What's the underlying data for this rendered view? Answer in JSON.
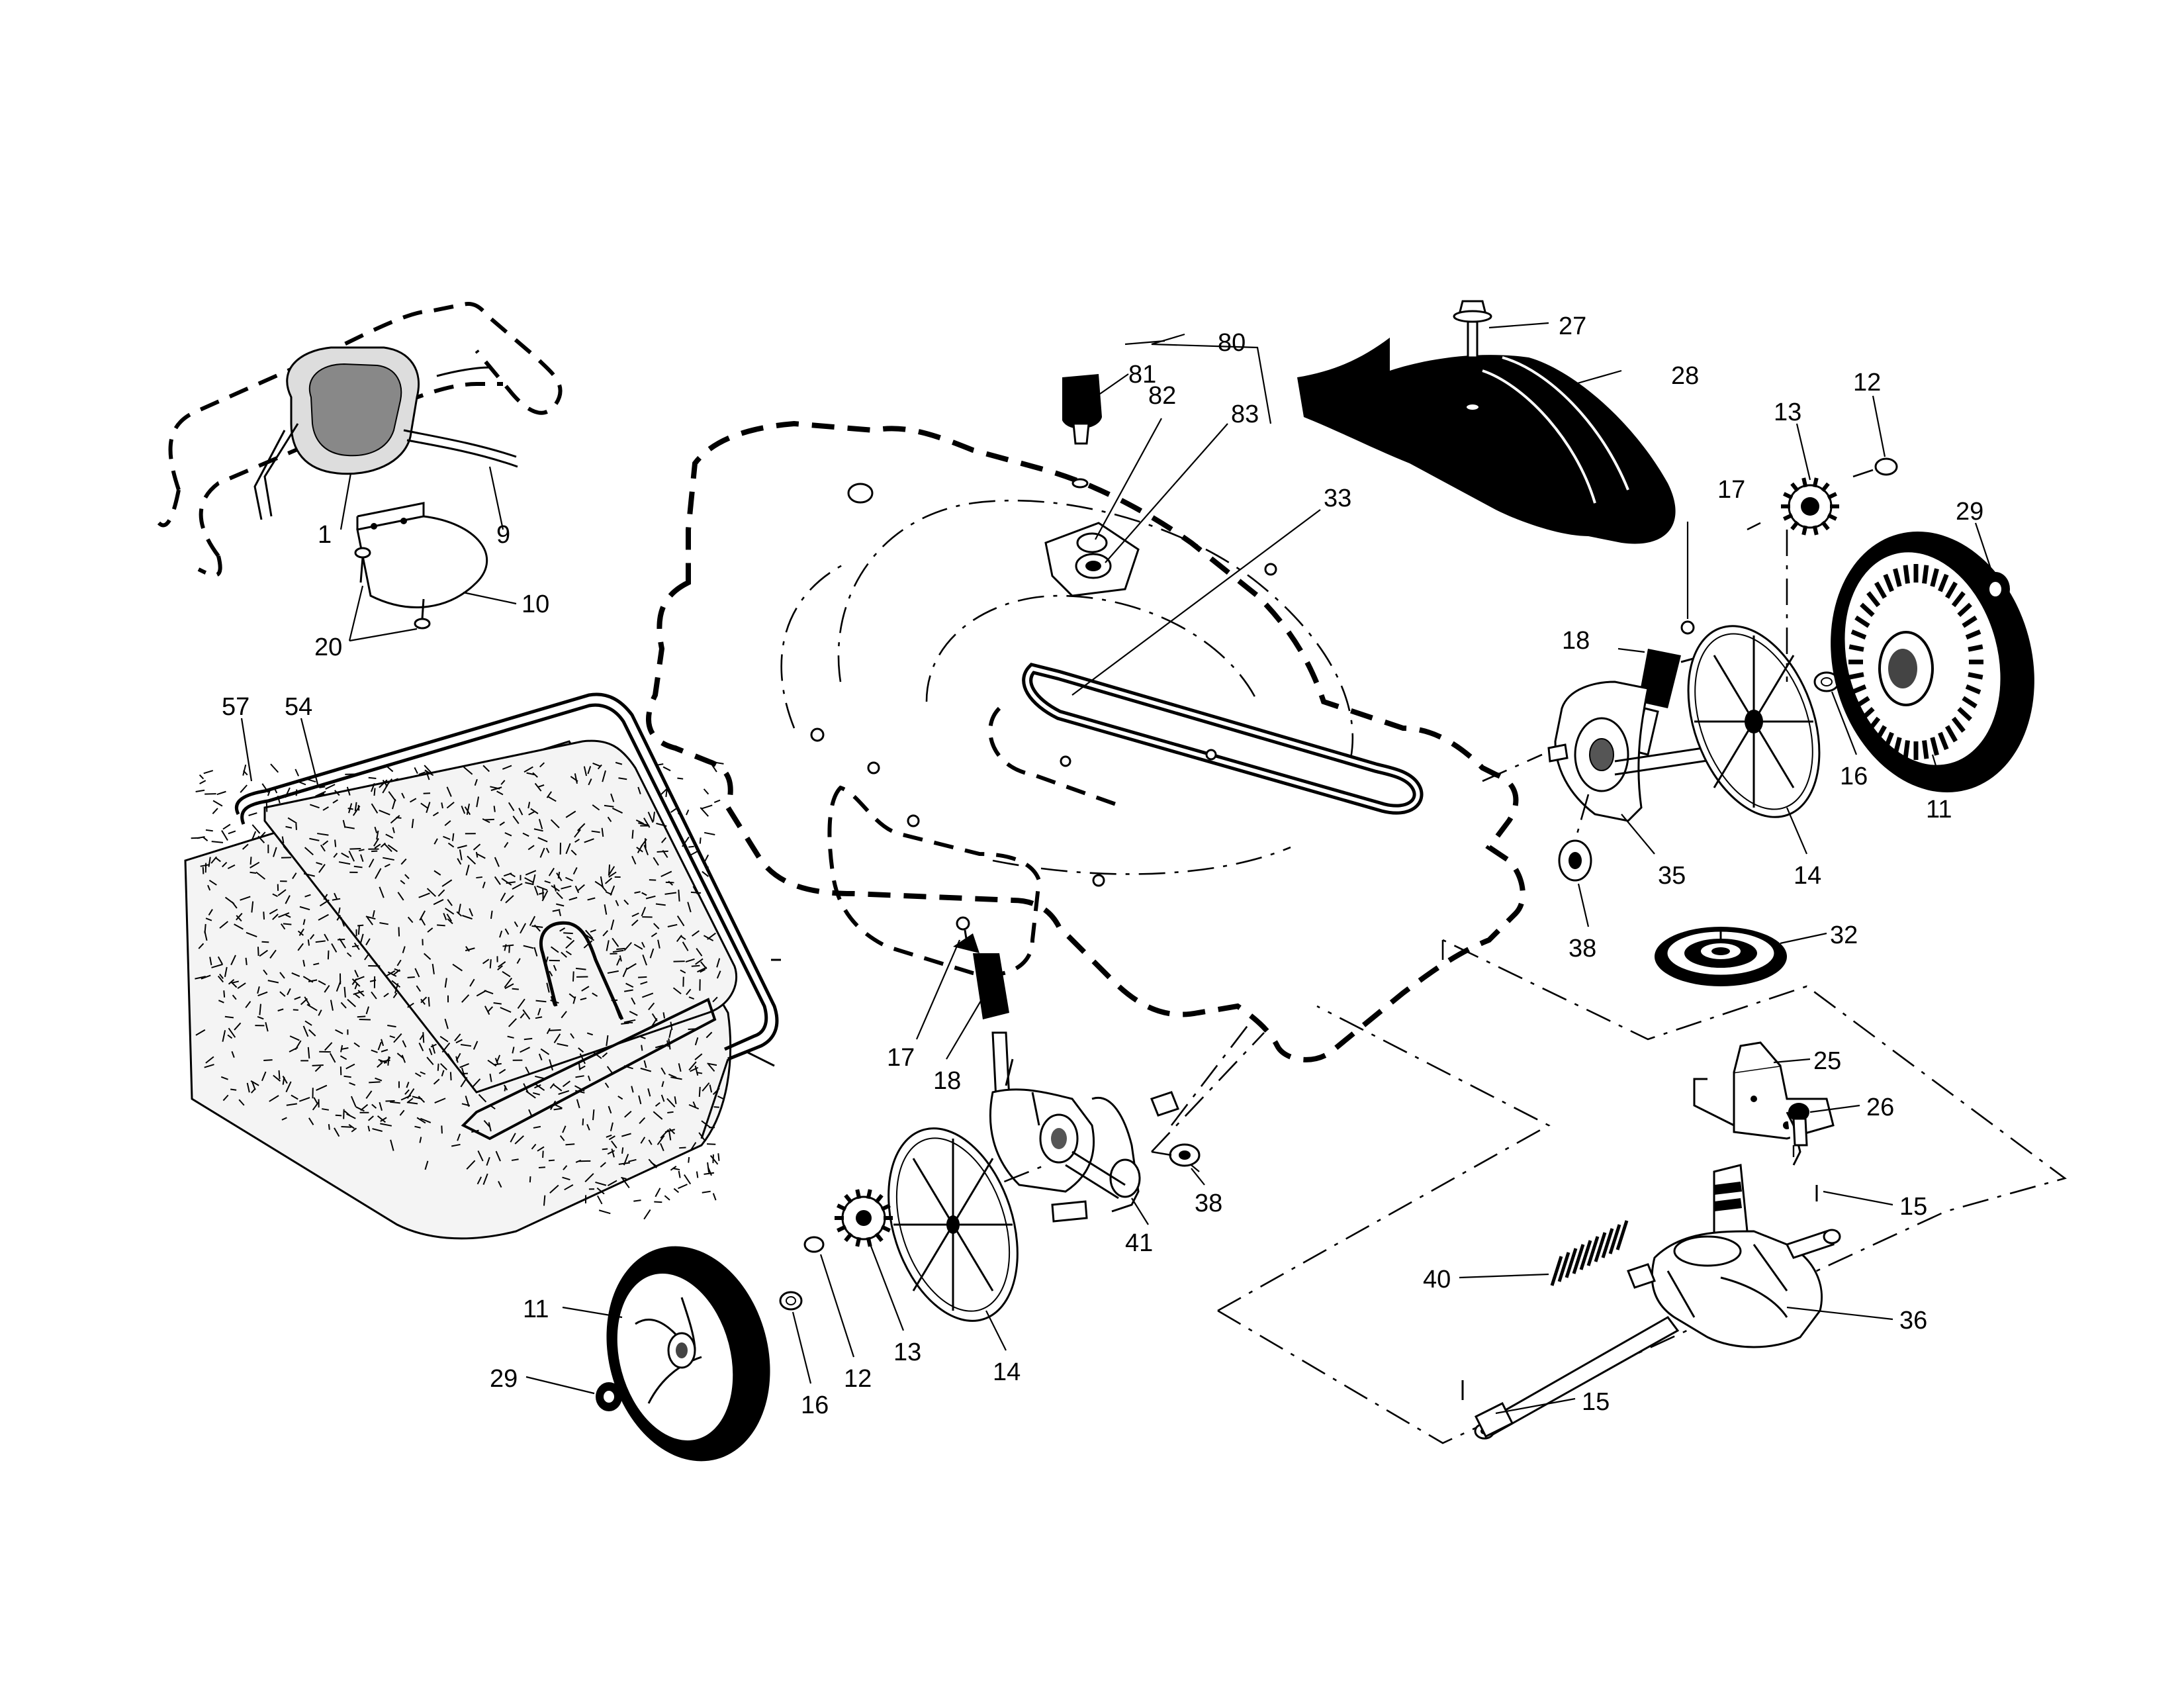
{
  "callouts": [
    {
      "id": "c1",
      "label": "1"
    },
    {
      "id": "c9",
      "label": "9"
    },
    {
      "id": "c10",
      "label": "10"
    },
    {
      "id": "c20",
      "label": "20"
    },
    {
      "id": "c57",
      "label": "57"
    },
    {
      "id": "c54",
      "label": "54"
    },
    {
      "id": "c80",
      "label": "80"
    },
    {
      "id": "c81",
      "label": "81"
    },
    {
      "id": "c82",
      "label": "82"
    },
    {
      "id": "c83",
      "label": "83"
    },
    {
      "id": "c33",
      "label": "33"
    },
    {
      "id": "c27",
      "label": "27"
    },
    {
      "id": "c28",
      "label": "28"
    },
    {
      "id": "c13a",
      "label": "13"
    },
    {
      "id": "c12a",
      "label": "12"
    },
    {
      "id": "c29a",
      "label": "29"
    },
    {
      "id": "c17a",
      "label": "17"
    },
    {
      "id": "c18a",
      "label": "18"
    },
    {
      "id": "c16a",
      "label": "16"
    },
    {
      "id": "c11a",
      "label": "11"
    },
    {
      "id": "c35",
      "label": "35"
    },
    {
      "id": "c14a",
      "label": "14"
    },
    {
      "id": "c38a",
      "label": "38"
    },
    {
      "id": "c32",
      "label": "32"
    },
    {
      "id": "c25",
      "label": "25"
    },
    {
      "id": "c26",
      "label": "26"
    },
    {
      "id": "c15a",
      "label": "15"
    },
    {
      "id": "c40",
      "label": "40"
    },
    {
      "id": "c36",
      "label": "36"
    },
    {
      "id": "c15b",
      "label": "15"
    },
    {
      "id": "c17b",
      "label": "17"
    },
    {
      "id": "c18b",
      "label": "18"
    },
    {
      "id": "c41",
      "label": "41"
    },
    {
      "id": "c38b",
      "label": "38"
    },
    {
      "id": "c14b",
      "label": "14"
    },
    {
      "id": "c13b",
      "label": "13"
    },
    {
      "id": "c12b",
      "label": "12"
    },
    {
      "id": "c16b",
      "label": "16"
    },
    {
      "id": "c11b",
      "label": "11"
    },
    {
      "id": "c29b",
      "label": "29"
    }
  ]
}
